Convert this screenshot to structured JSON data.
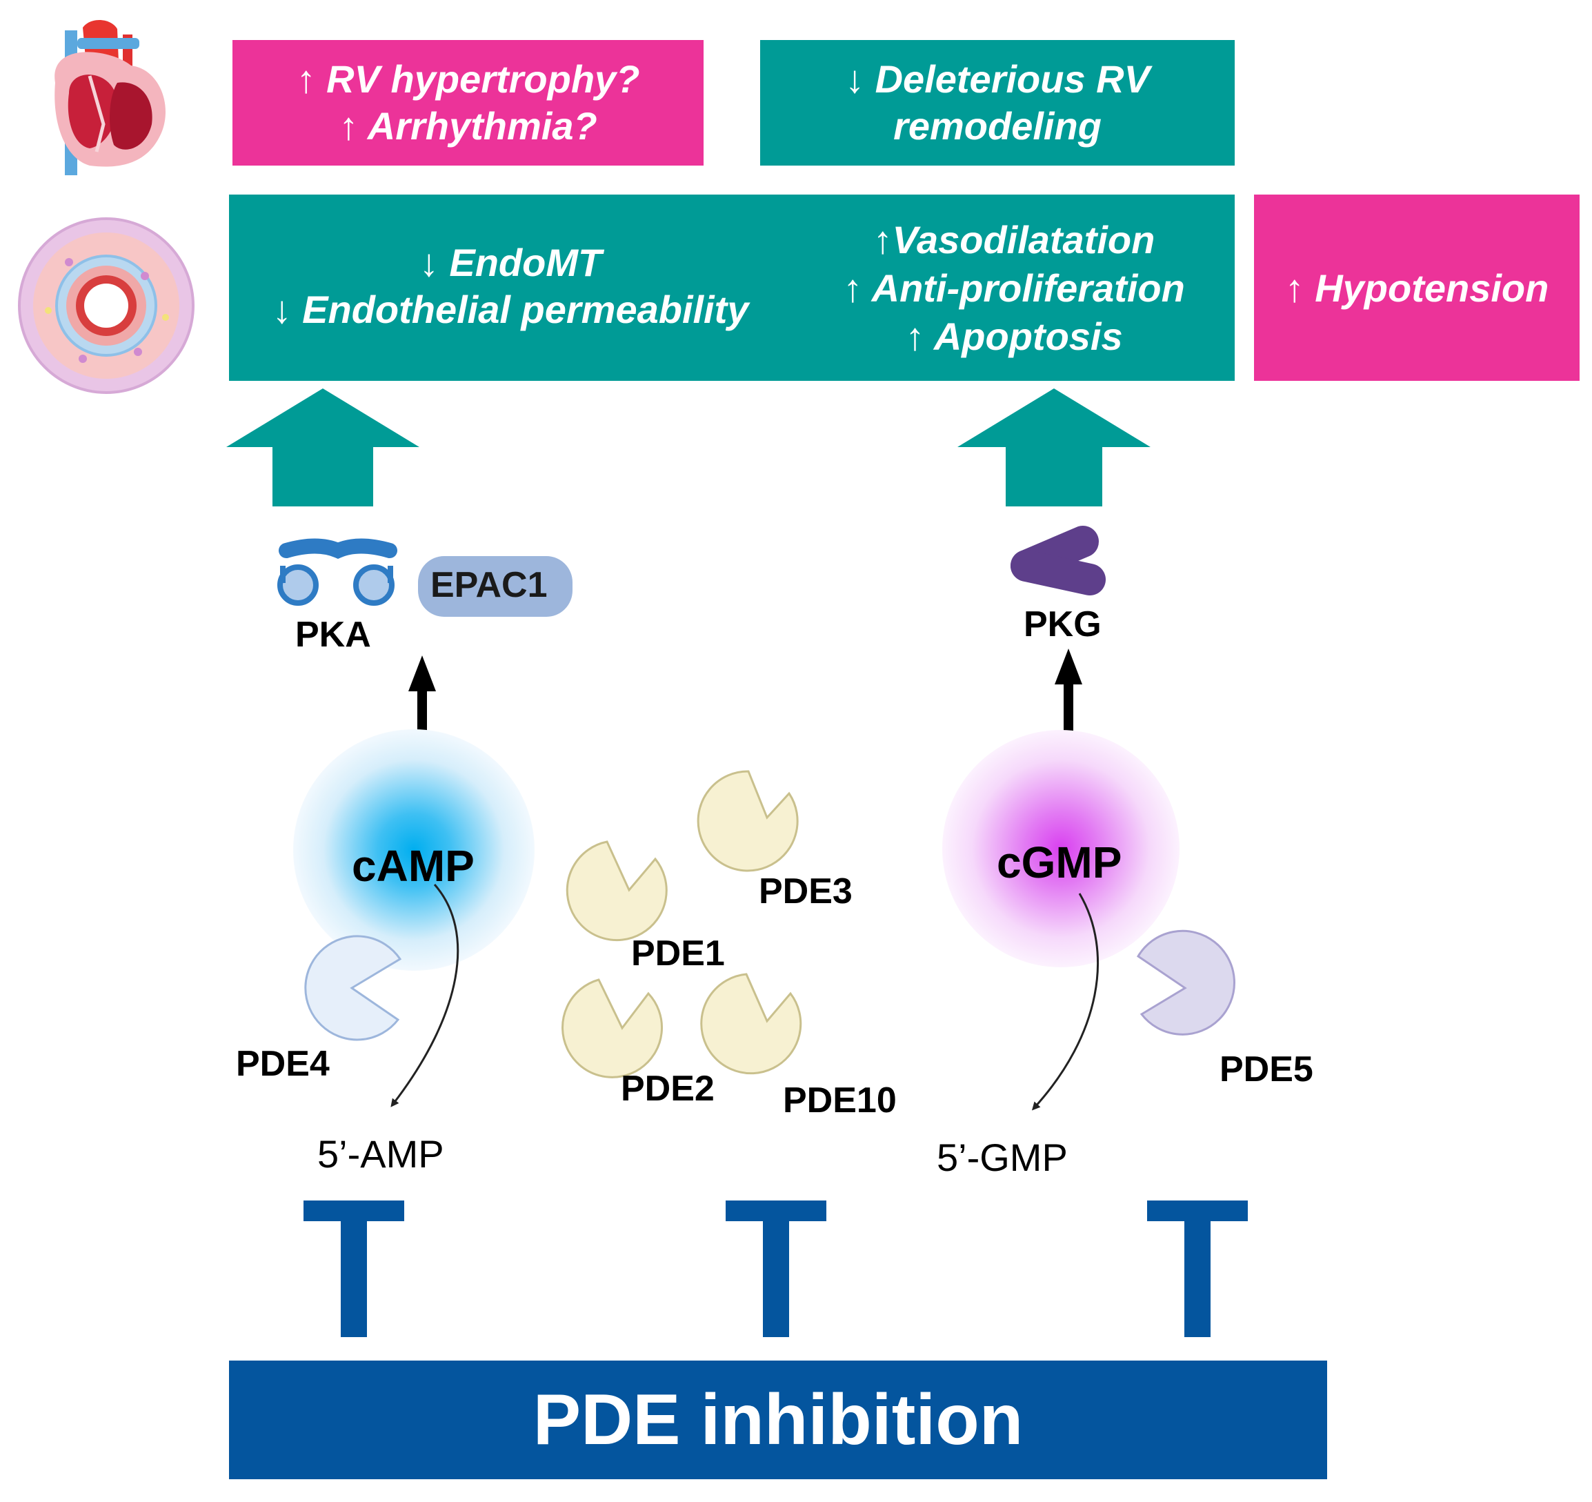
{
  "colors": {
    "teal": "#009B96",
    "magenta": "#EC3399",
    "navy": "#04559E",
    "pde_family": "#F7F1D2",
    "pde4": "#E6EFFA",
    "pde5": "#DCD9EE",
    "camp": "#00AEEF",
    "cgmp": "#D940F0",
    "pka": "#2E7BC4",
    "epac": "#9DB6DC",
    "pkg": "#5E3F8B"
  },
  "heart_effects": {
    "hypertrophy_line1": "↑ RV hypertrophy?",
    "hypertrophy_line2": "↑ Arrhythmia?",
    "remodeling_line1": "↓ Deleterious  RV",
    "remodeling_line2": "remodeling"
  },
  "vascular_effects": {
    "endo_line1": "↓ EndoMT",
    "endo_line2": "↓ Endothelial  permeability",
    "vaso_line1": "↑Vasodilatation",
    "vaso_line2": "↑ Anti-proliferation",
    "vaso_line3": "↑ Apoptosis",
    "hypotension": "↑ Hypotension"
  },
  "effectors": {
    "pka": "PKA",
    "epac1": "EPAC1",
    "pkg": "PKG"
  },
  "nucleotides": {
    "camp": "cAMP",
    "cgmp": "cGMP",
    "amp": "5’-AMP",
    "gmp": "5’-GMP"
  },
  "enzymes": {
    "pde1": "PDE1",
    "pde2": "PDE2",
    "pde3": "PDE3",
    "pde4": "PDE4",
    "pde5": "PDE5",
    "pde10": "PDE10"
  },
  "inhibition_label": "PDE inhibition"
}
